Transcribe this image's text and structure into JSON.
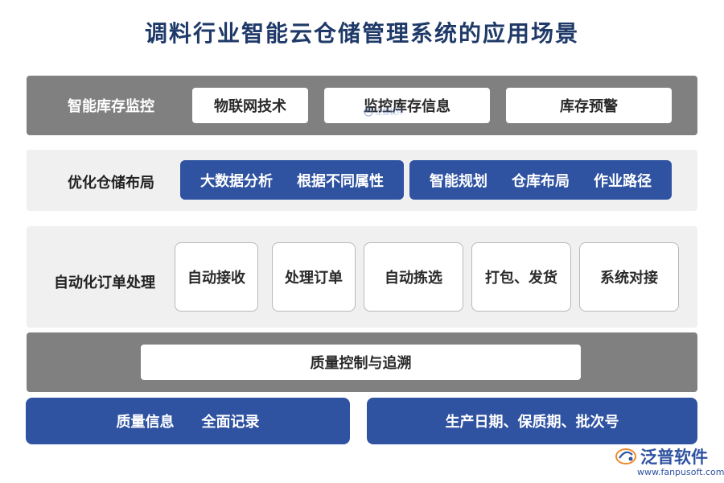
{
  "title": "调料行业智能云仓储管理系统的应用场景",
  "rows": {
    "monitoring": {
      "label": "智能库存监控",
      "items": [
        "物联网技术",
        "监控库存信息",
        "库存预警"
      ]
    },
    "layout": {
      "label": "优化仓储布局",
      "group1": [
        "大数据分析",
        "根据不同属性"
      ],
      "group2": [
        "智能规划",
        "仓库布局",
        "作业路径"
      ]
    },
    "orders": {
      "label": "自动化订单处理",
      "items": [
        "自动接收",
        "处理订单",
        "自动拣选",
        "打包、发货",
        "系统对接"
      ]
    },
    "quality": {
      "label": "质量控制与追溯"
    },
    "bottom": {
      "left": [
        "质量信息",
        "全面记录"
      ],
      "right": "生产日期、保质期、批次号"
    }
  },
  "watermark": {
    "brand": "泛普软件",
    "url": "www.fanpusoft.com",
    "small": "泛普软件"
  },
  "colors": {
    "title": "#1f3a68",
    "accent_blue": "#2f53a1",
    "band_gray": "#808080",
    "band_light": "#f0f0f0"
  }
}
